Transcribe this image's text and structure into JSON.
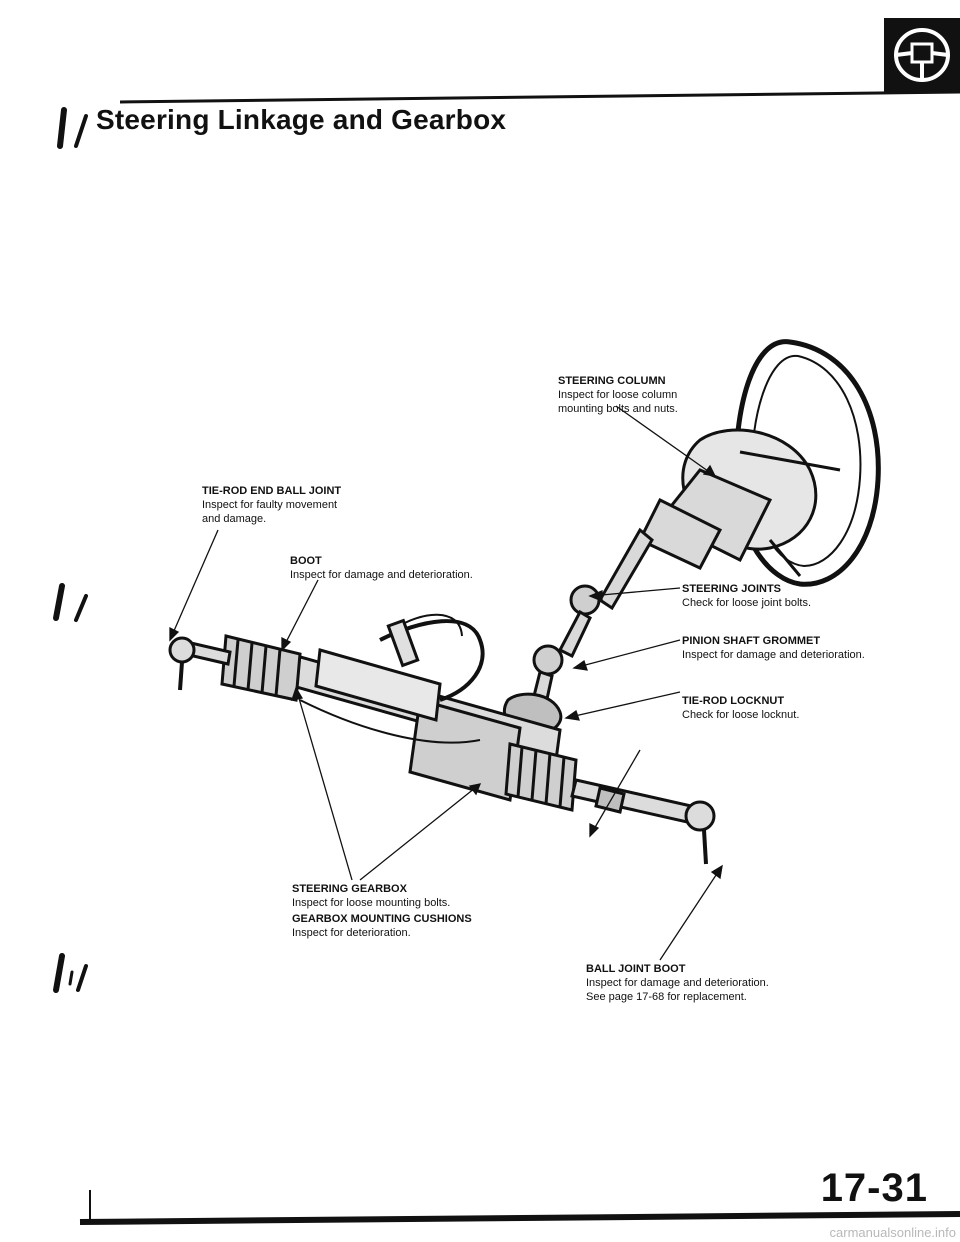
{
  "page": {
    "title": "Steering Linkage and Gearbox",
    "page_number": "17-31",
    "watermark": "carmanualsonline.info"
  },
  "icons": {
    "section_icon": "steering-wheel-icon",
    "section_marks": "check-mark-icon"
  },
  "labels": {
    "steering_column": {
      "head": "STEERING COLUMN",
      "desc": [
        "Inspect for loose column",
        "mounting bolts and nuts."
      ]
    },
    "tie_rod_end_ball_joint": {
      "head": "TIE-ROD END BALL JOINT",
      "desc": [
        "Inspect for faulty movement",
        "and damage."
      ]
    },
    "boot": {
      "head": "BOOT",
      "desc": [
        "Inspect for damage and deterioration."
      ]
    },
    "steering_joints": {
      "head": "STEERING JOINTS",
      "desc": [
        "Check for loose joint bolts."
      ]
    },
    "pinion_shaft_grommet": {
      "head": "PINION SHAFT GROMMET",
      "desc": [
        "Inspect for damage and deterioration."
      ]
    },
    "tie_rod_locknut": {
      "head": "TIE-ROD LOCKNUT",
      "desc": [
        "Check for loose locknut."
      ]
    },
    "steering_gearbox": {
      "head": "STEERING GEARBOX",
      "desc": [
        "Inspect for loose mounting bolts."
      ]
    },
    "gearbox_mounting_cushions": {
      "head": "GEARBOX MOUNTING CUSHIONS",
      "desc": [
        "Inspect for deterioration."
      ]
    },
    "ball_joint_boot": {
      "head": "BALL JOINT BOOT",
      "desc": [
        "Inspect for damage and deterioration.",
        "See page 17-68 for replacement."
      ]
    }
  }
}
